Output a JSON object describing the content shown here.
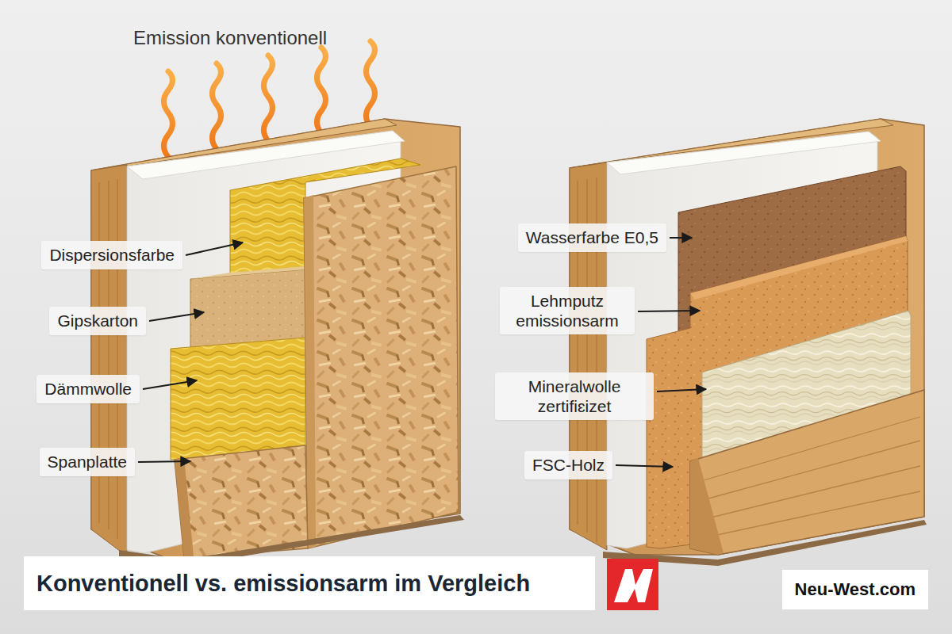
{
  "diagram": {
    "title": "Emission konventionell",
    "caption": "Konventionell vs. emissionsarm im Vergleich",
    "nodes": [
      {
        "text": [
          "Dispersionsfarbe"
        ]
      },
      {
        "text": [
          "Gipskarton"
        ]
      },
      {
        "text": [
          "Dämmwolle"
        ]
      },
      {
        "text": [
          "Spanplatte"
        ]
      },
      {
        "text": [
          "Wasserfarbe E0,5"
        ]
      },
      {
        "text": [
          "Lehmputz emissionsarm"
        ]
      },
      {
        "text": [
          "Mineralwolle zertifiɛizet"
        ]
      },
      {
        "text": [
          "FSC-Holz"
        ]
      },
      {
        "text": [
          "Neu-West.com"
        ]
      }
    ]
  }
}
